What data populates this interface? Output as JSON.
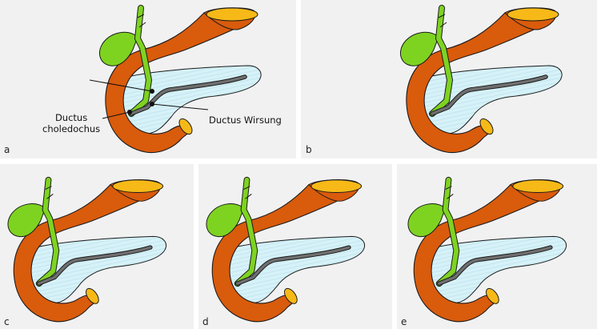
{
  "panels": [
    {
      "id": "a",
      "letter": "a"
    },
    {
      "id": "b",
      "letter": "b"
    },
    {
      "id": "c",
      "letter": "c"
    },
    {
      "id": "d",
      "letter": "d"
    },
    {
      "id": "e",
      "letter": "e"
    }
  ],
  "labels": {
    "choledochus_line1": "Ductus",
    "choledochus_line2": "choledochus",
    "wirsung": "Ductus Wirsung"
  },
  "colors": {
    "background": "#f1f1f2",
    "duodenum": "#d95b0c",
    "stomach_top": "#f7b917",
    "pancreas": "#d4f1f9",
    "bile": "#7ed321",
    "duct": "#6f6f6f"
  }
}
